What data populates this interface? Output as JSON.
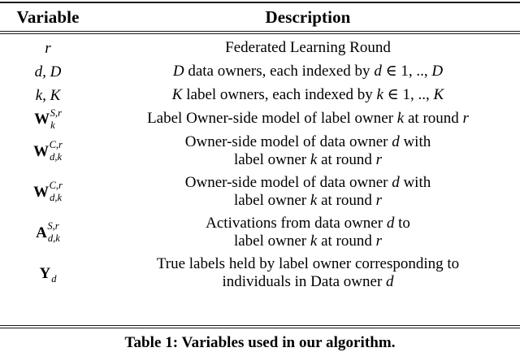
{
  "table": {
    "headers": {
      "variable": "Variable",
      "description": "Description"
    },
    "rows": [
      {
        "variable_plain": "r",
        "base": "r",
        "base_style": "italic",
        "sup": "",
        "sub": "",
        "description_plain": "Federated Learning Round",
        "lines": [
          "Federated Learning Round"
        ]
      },
      {
        "variable_plain": "d, D",
        "base": "d, D",
        "base_style": "italic",
        "sup": "",
        "sub": "",
        "description_plain": "D data owners, each indexed by d ∈ 1, .., D",
        "lines": [
          "D data owners, each indexed by d ∈ 1, .., D"
        ]
      },
      {
        "variable_plain": "k, K",
        "base": "k, K",
        "base_style": "italic",
        "sup": "",
        "sub": "",
        "description_plain": "K label owners, each indexed by k ∈ 1, .., K",
        "lines": [
          "K label owners, each indexed by k ∈ 1, .., K"
        ]
      },
      {
        "variable_plain": "W^{S,r}_{k}",
        "base": "W",
        "base_style": "bold",
        "sup": "S,r",
        "sub": "k",
        "description_plain": "Label Owner-side model of label owner k at round r",
        "lines": [
          "Label Owner-side model of label owner k at round r"
        ]
      },
      {
        "variable_plain": "W^{C,r}_{d,k}",
        "base": "W",
        "base_style": "bold",
        "sup": "C,r",
        "sub": "d,k",
        "description_plain": "Owner-side model of data owner d with label owner k at round r",
        "lines": [
          "Owner-side model of data owner d with",
          "label owner k at round r"
        ]
      },
      {
        "variable_plain": "W^{C,r}_{d,k}",
        "base": "W",
        "base_style": "bold",
        "sup": "C,r",
        "sub": "d,k",
        "description_plain": "Owner-side model of data owner d with label owner k at round r",
        "lines": [
          "Owner-side model of data owner d with",
          "label owner k at round r"
        ]
      },
      {
        "variable_plain": "A^{S,r}_{d,k}",
        "base": "A",
        "base_style": "bold",
        "sup": "S,r",
        "sub": "d,k",
        "description_plain": "Activations from data owner d to label owner k at round r",
        "lines": [
          "Activations from data owner d to",
          "label owner k at round r"
        ]
      },
      {
        "variable_plain": "Y_{d}",
        "base": "Y",
        "base_style": "bold",
        "sup": "",
        "sub": "d",
        "description_plain": "True labels held by label owner corresponding to individuals in Data owner d",
        "lines": [
          "True labels held by label owner corresponding to",
          "individuals in Data owner d"
        ]
      }
    ]
  },
  "caption": {
    "text": "Table 1: Variables used in our algorithm."
  },
  "colors": {
    "text": "#000000",
    "rule": "#1a1a1a",
    "background": "#ffffff"
  }
}
